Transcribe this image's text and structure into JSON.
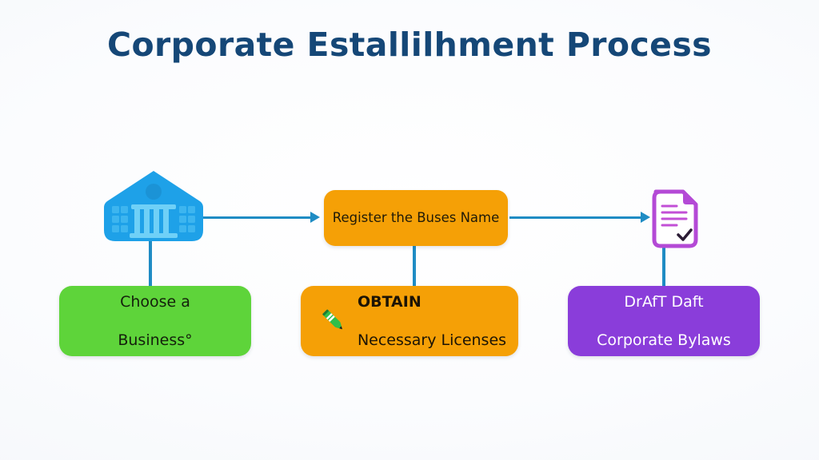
{
  "page": {
    "title": "Corporate Estallilhment Process",
    "background_color": "#fdfdfe",
    "title_color": "#154777"
  },
  "diagram": {
    "connector_color": "#1f8cc4",
    "nodes": [
      {
        "id": "building",
        "kind": "icon",
        "icon": "bank-building-icon",
        "color": "#1ea1e8",
        "label": ""
      },
      {
        "id": "register",
        "kind": "pill",
        "label": "Register the Buses Name",
        "color": "#f5a006",
        "text_color": "#201a08"
      },
      {
        "id": "document",
        "kind": "icon",
        "icon": "document-check-icon",
        "color": "#b44ad6",
        "label": ""
      },
      {
        "id": "choose",
        "kind": "pill",
        "label_line1": "Choose a",
        "label_line2": "Business°",
        "color": "#5ed43a",
        "text_color": "#14200c"
      },
      {
        "id": "obtain",
        "kind": "pill",
        "icon": "pencil-icon",
        "label_line1": "OBTAIN",
        "label_line2": "Necessary Licenses",
        "color": "#f5a006",
        "text_color": "#1c1405"
      },
      {
        "id": "bylaws",
        "kind": "pill",
        "label_line1": "DrAfT Daft",
        "label_line2": "Corporate Bylaws",
        "color": "#8a3dda",
        "text_color": "#ffffff"
      }
    ],
    "connectors": [
      {
        "id": "building-to-register",
        "type": "arrow-right"
      },
      {
        "id": "register-to-document",
        "type": "arrow-right"
      },
      {
        "id": "building-to-choose",
        "type": "line-down"
      },
      {
        "id": "register-to-obtain",
        "type": "line-down"
      },
      {
        "id": "document-to-bylaws",
        "type": "line-down"
      }
    ]
  }
}
